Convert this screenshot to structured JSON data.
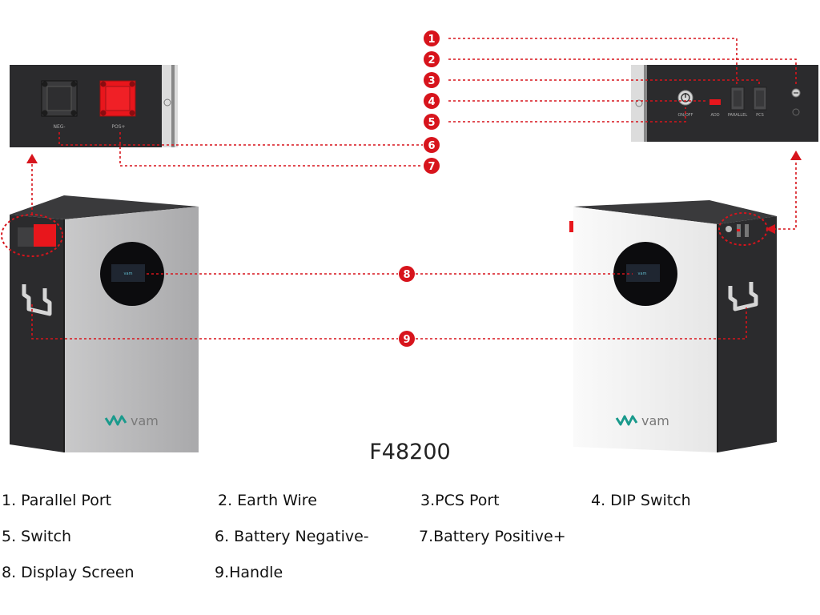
{
  "model": "F48200",
  "panel_left": {
    "neg_label": "NEG-",
    "pos_label": "POS+"
  },
  "panel_right": {
    "switch_label": "ON/OFF",
    "add_label": "ADD",
    "parallel_label": "PARALLEL",
    "pcs_label": "PCS"
  },
  "brand": "vam",
  "callouts": [
    "1",
    "2",
    "3",
    "4",
    "5",
    "6",
    "7",
    "8",
    "9"
  ],
  "legend": [
    "1. Parallel Port",
    "2. Earth Wire",
    "3.PCS Port",
    "4. DIP Switch",
    "5. Switch",
    "6. Battery Negative-",
    "7.Battery Positive+",
    "8. Display Screen",
    "9.Handle"
  ],
  "colors": {
    "accent": "#d7141c",
    "cabinet_dark": "#2b2b2d",
    "front_grey": "#b9b9ba",
    "front_white": "#f4f4f4",
    "logo_teal": "#1a9a8c",
    "logo_green": "#7ab648"
  }
}
